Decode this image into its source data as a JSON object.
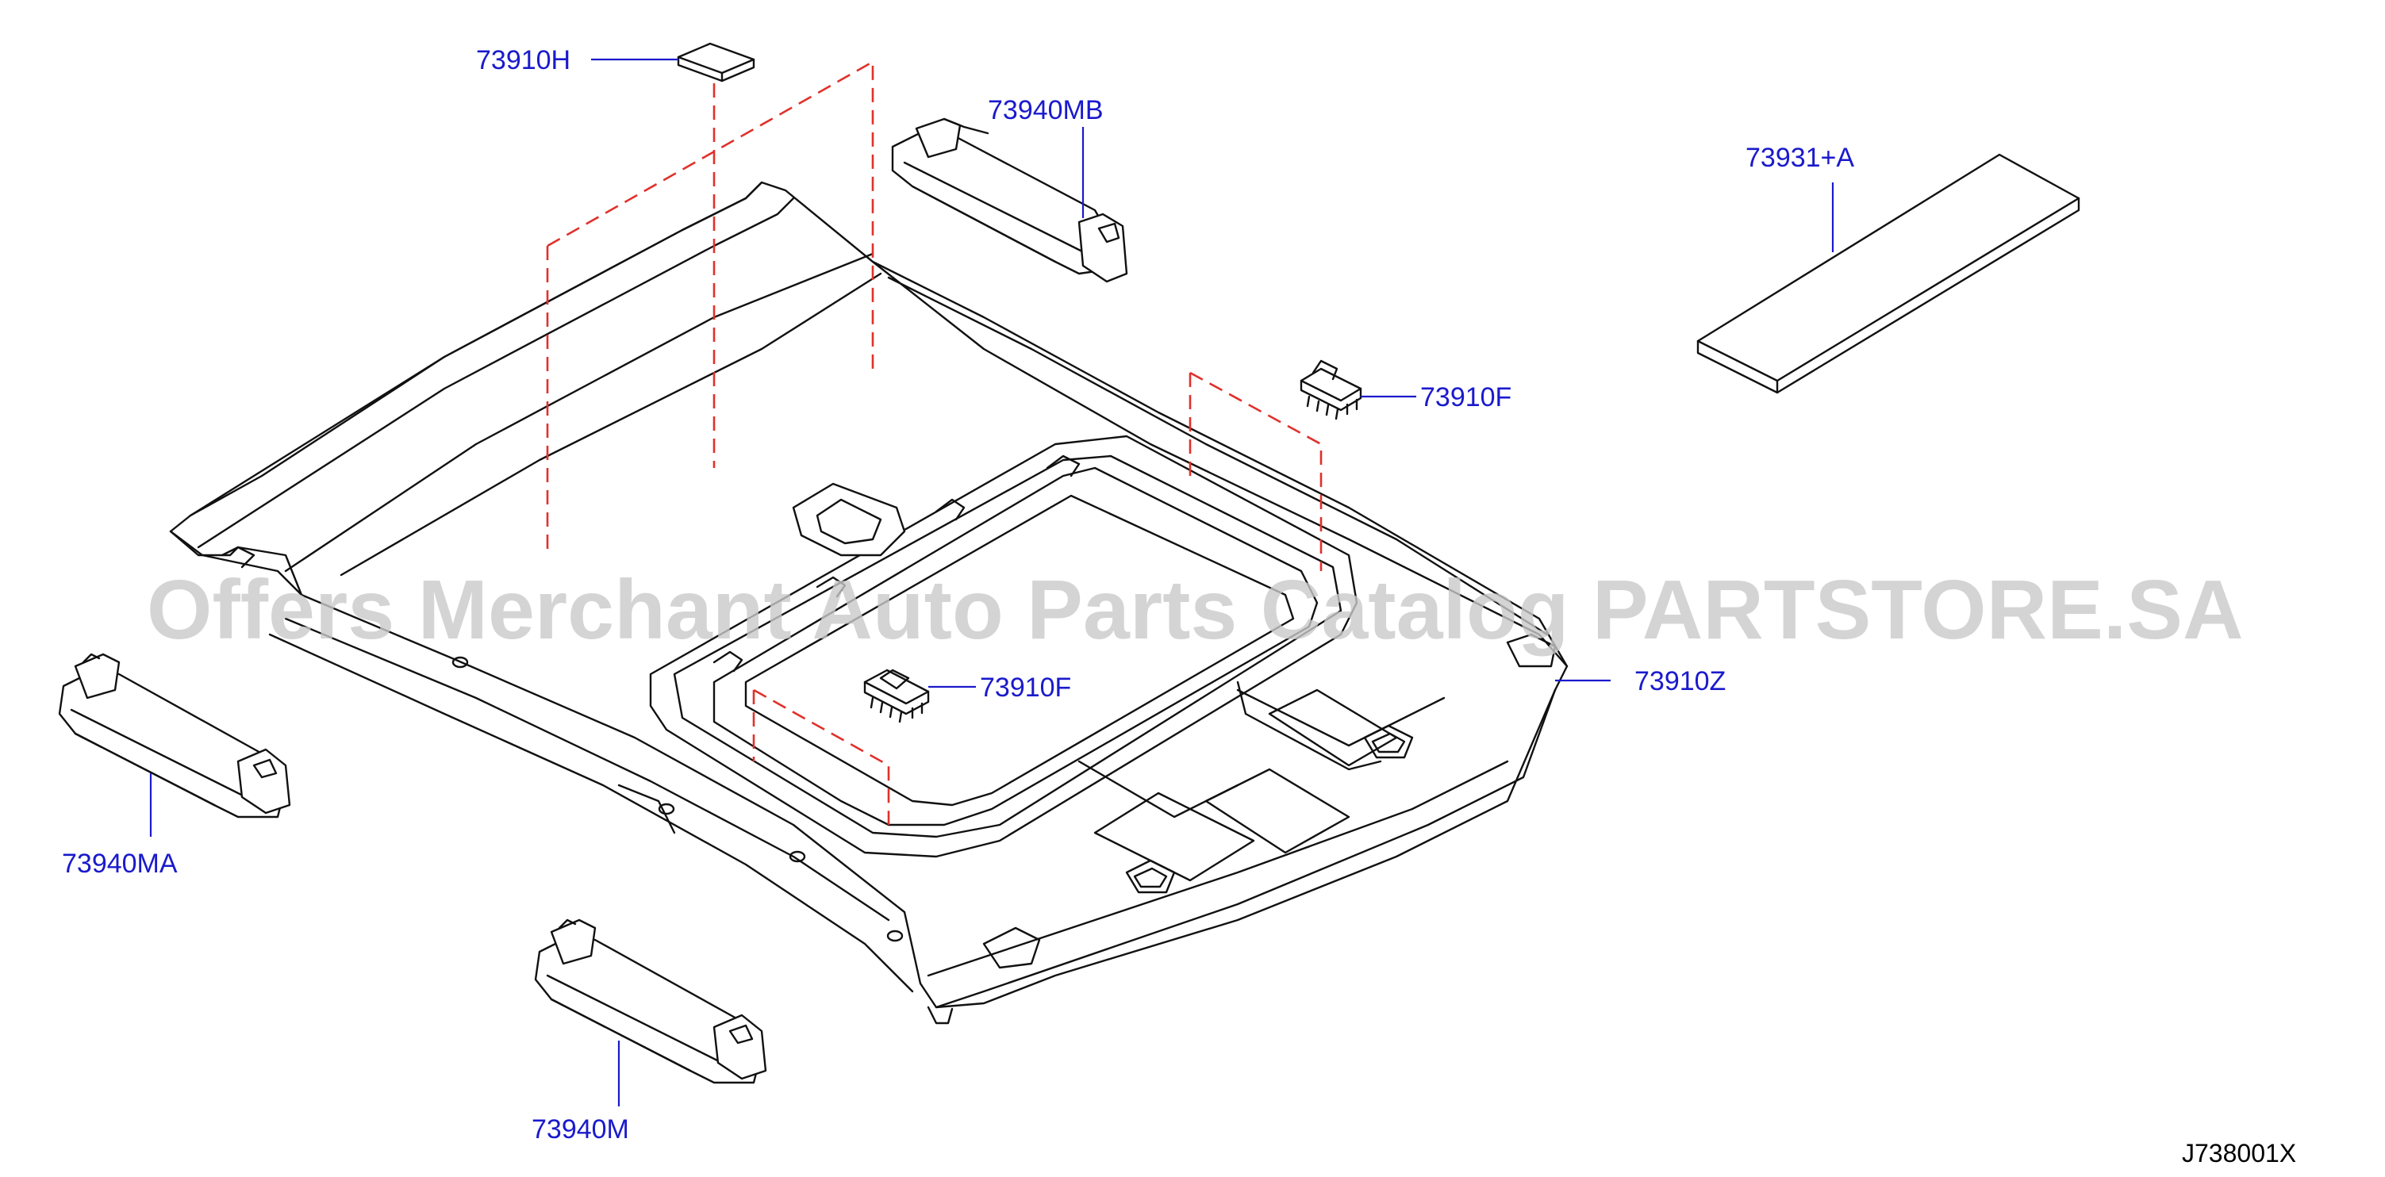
{
  "colors": {
    "label": "#1a1acc",
    "leader": "#1a1acc",
    "dashed": "#e0312b",
    "line": "#111111",
    "watermark": "#c9c9c9"
  },
  "watermark": "Offers Merchant Auto Parts Catalog PARTSTORE.SA",
  "labels": {
    "p73910H": "73910H",
    "p73940MB": "73940MB",
    "p73931A": "73931+A",
    "p73910F_upper": "73910F",
    "p73910F_lower": "73910F",
    "p73910Z": "73910Z",
    "p73940MA": "73940MA",
    "p73940M": "73940M"
  },
  "diagram_ref": "J738001X"
}
